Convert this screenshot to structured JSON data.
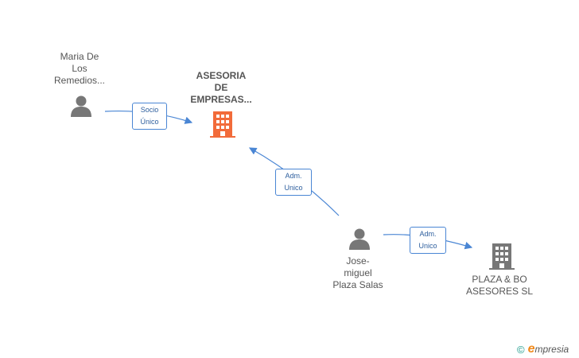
{
  "nodes": {
    "maria": {
      "label_lines": [
        "Maria De",
        "Los",
        "Remedios..."
      ],
      "type": "person",
      "color": "#777777"
    },
    "asesoria": {
      "label_lines": [
        "ASESORIA",
        "DE",
        "EMPRESAS..."
      ],
      "type": "company",
      "color": "#f26b3a"
    },
    "jose": {
      "label_lines": [
        "Jose-",
        "miguel",
        "Plaza Salas"
      ],
      "type": "person",
      "color": "#777777"
    },
    "plaza": {
      "label_lines": [
        "PLAZA & BO",
        "ASESORES SL"
      ],
      "type": "company",
      "color": "#777777"
    }
  },
  "edges": {
    "maria_asesoria": {
      "label_lines": [
        "Socio",
        "Único"
      ]
    },
    "jose_asesoria": {
      "label_lines": [
        "Adm.",
        "Unico"
      ]
    },
    "jose_plaza": {
      "label_lines": [
        "Adm.",
        "Unico"
      ]
    }
  },
  "colors": {
    "edge": "#4a86d4"
  },
  "footer": {
    "copyright": "©",
    "brand_initial": "e",
    "brand_rest": "mpresia"
  }
}
